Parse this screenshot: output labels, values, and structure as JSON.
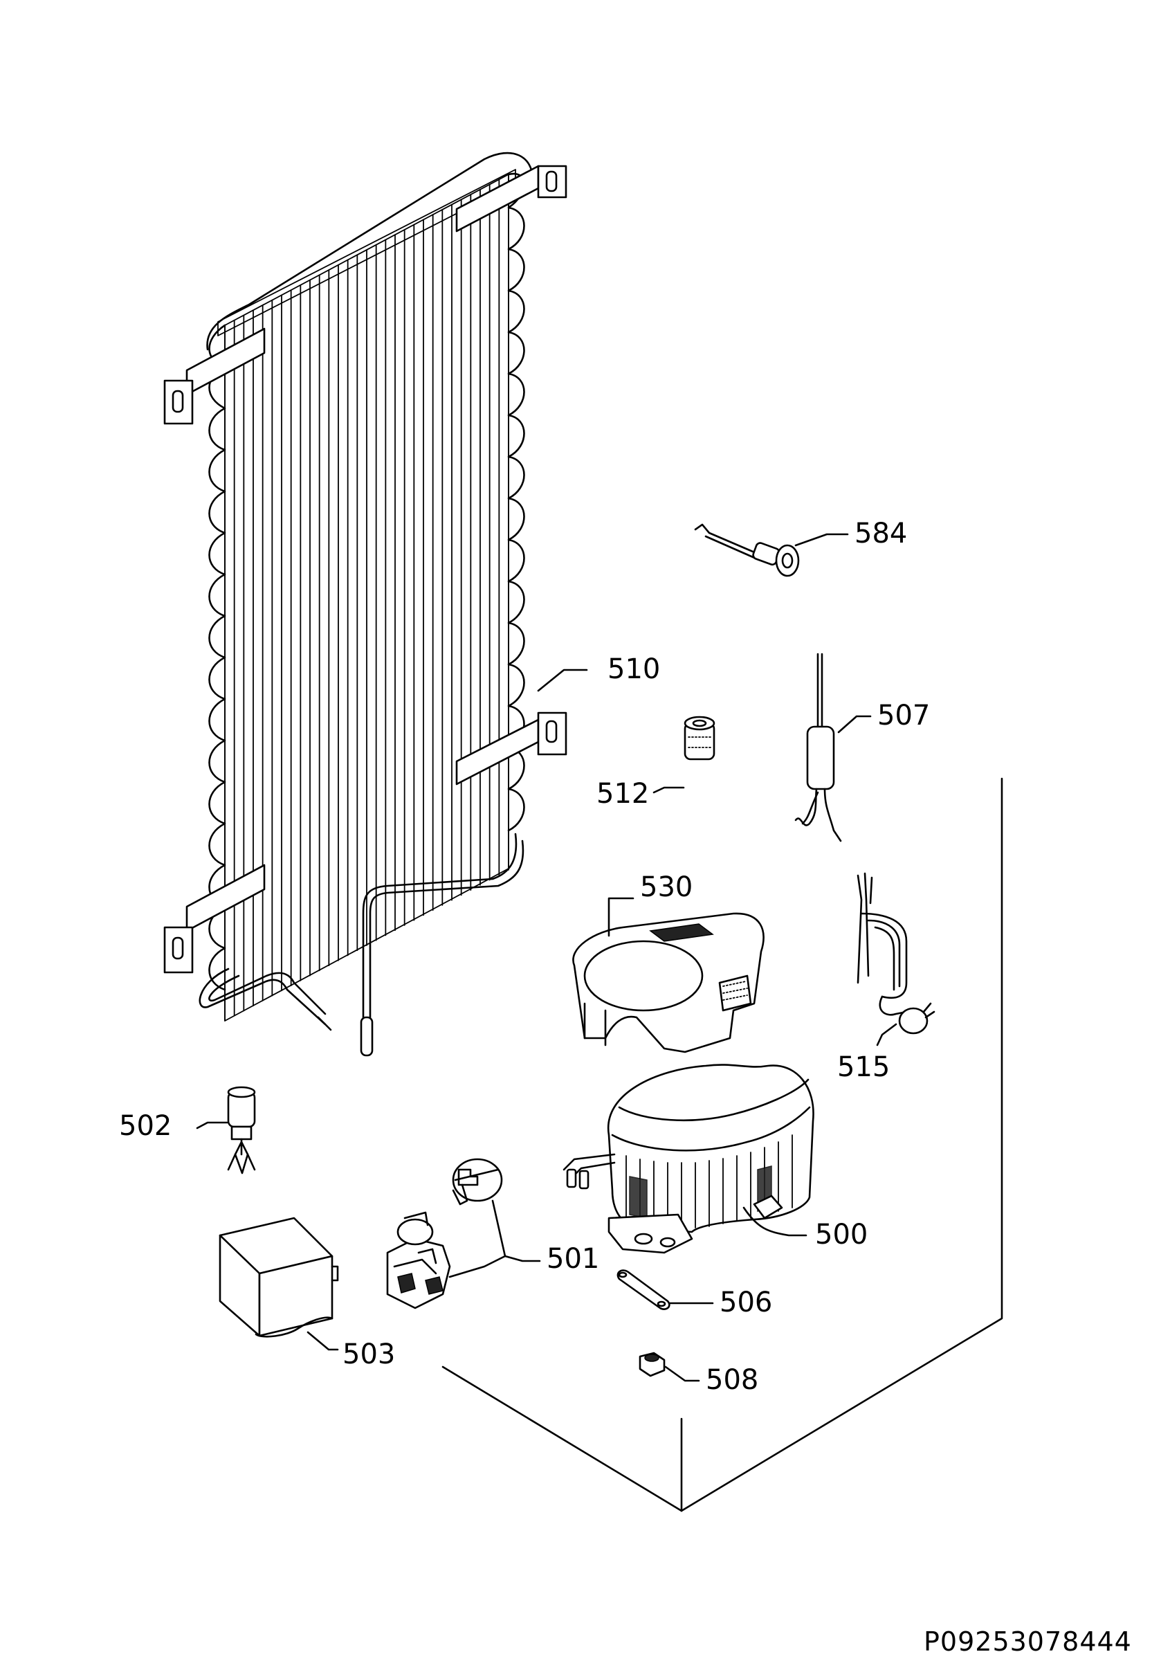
{
  "diagram": {
    "labels": {
      "p500": "500",
      "p501": "501",
      "p502": "502",
      "p503": "503",
      "p506": "506",
      "p507": "507",
      "p508": "508",
      "p510": "510",
      "p512": "512",
      "p515": "515",
      "p530": "530",
      "p584": "584"
    },
    "drawing_code": "P09253078444"
  }
}
